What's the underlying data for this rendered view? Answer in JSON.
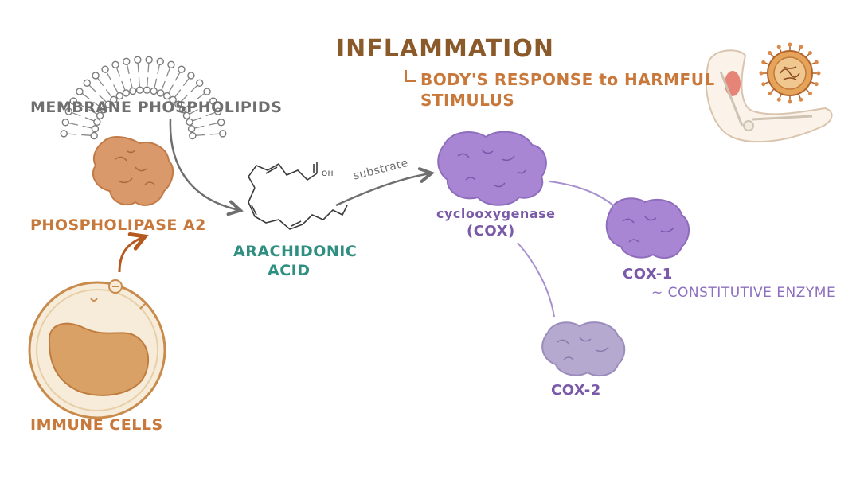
{
  "title": "INFLAMMATION",
  "definition": {
    "line1": "BODY'S RESPONSE to HARMFUL",
    "line2": "STIMULUS"
  },
  "labels": {
    "membrane": "MEMBRANE PHOSPHOLIPIDS",
    "phospholipase": "PHOSPHOLIPASE A2",
    "immune_cells": "IMMUNE CELLS",
    "arachidonic_line1": "ARACHIDONIC",
    "arachidonic_line2": "ACID",
    "substrate": "substrate",
    "cox_line1": "cyclooxygenase",
    "cox_line2": "(COX)",
    "cox1": "COX-1",
    "cox1_note": "~ CONSTITUTIVE ENZYME",
    "cox2": "COX-2",
    "oh": "OH"
  },
  "colors": {
    "gray": "#6f6f6f",
    "orange": "#c8783a",
    "brown": "#8a5a2b",
    "teal": "#2f8f80",
    "purple": "#8e6fbf",
    "lilac": "#a79ac4"
  },
  "icons": [
    "membrane-bilayer-icon",
    "enzyme-blob-icon",
    "immune-cell-icon",
    "arachidonic-acid-structure-icon",
    "inflamed-arm-icon",
    "virus-icon",
    "arrow-icon"
  ]
}
